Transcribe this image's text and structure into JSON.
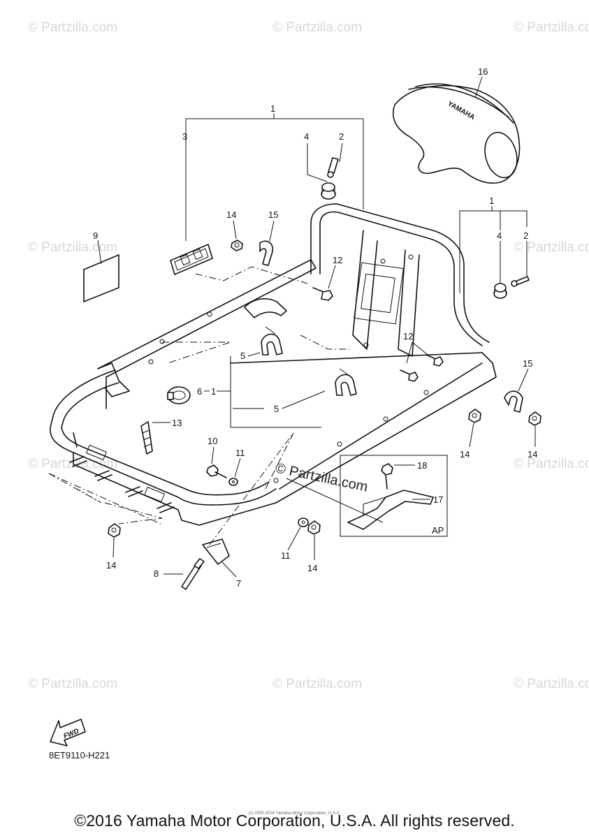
{
  "watermarks": {
    "text": "© Partzilla.com",
    "center_text": "© Partzilla.com"
  },
  "callouts": {
    "c1_top": "1",
    "c1_right": "1",
    "c1_mid": "1",
    "c2_top": "2",
    "c2_right": "2",
    "c3": "3",
    "c4_top": "4",
    "c4_right": "4",
    "c5_top": "5",
    "c5_bottom": "5",
    "c6": "6",
    "c7": "7",
    "c8": "8",
    "c9": "9",
    "c10": "10",
    "c11_left": "11",
    "c11_bottom": "11",
    "c12_mid": "12",
    "c12_right": "12",
    "c13": "13",
    "c14_top": "14",
    "c14_right_a": "14",
    "c14_right_b": "14",
    "c14_left": "14",
    "c14_bottom": "14",
    "c15_top": "15",
    "c15_right": "15",
    "c16": "16",
    "c17": "17",
    "c18": "18",
    "ap": "AP",
    "fwd": "FWD"
  },
  "brand_mark": "YAMAHA",
  "diagram_code": "8ET9110-H221",
  "small_copyright": "(c) 2005-2016 Yamaha Motor Corporation, U.S.A.",
  "copyright": "©2016 Yamaha Motor Corporation, U.S.A. All rights reserved."
}
